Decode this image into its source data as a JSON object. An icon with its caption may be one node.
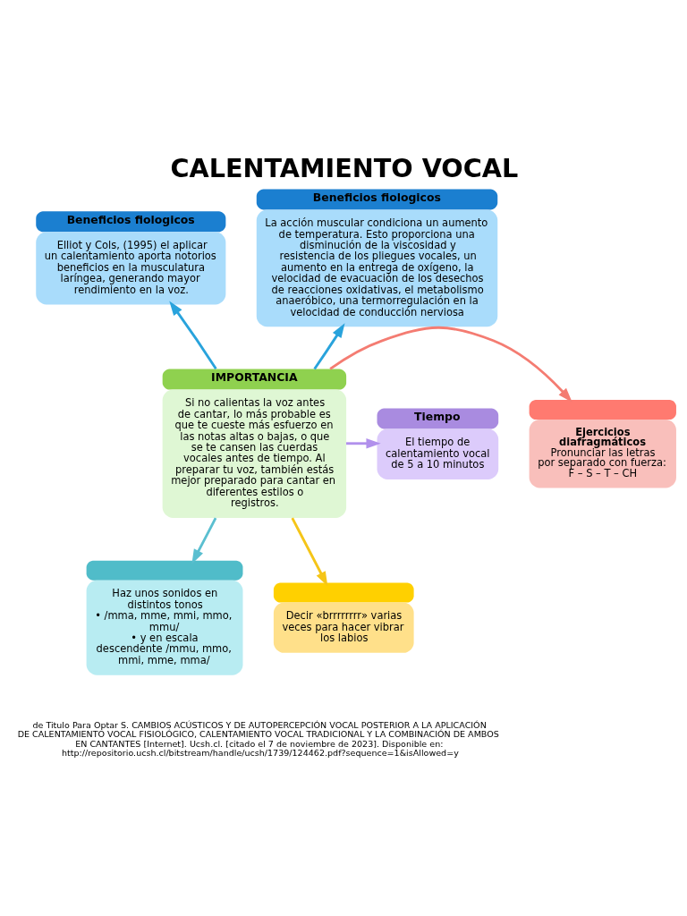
{
  "diagram": {
    "title": "CALENTAMIENTO VOCAL",
    "caption": "de Titulo Para Optar S. CAMBIOS ACÚSTICOS Y DE AUTOPERCEPCIÓN VOCAL POSTERIOR A LA APLICACIÓN DE CALENTAMIENTO VOCAL FISIOLÓGICO, CALENTAMIENTO VOCAL TRADICIONAL Y LA COMBINACIÓN DE AMBOS EN CANTANTES [Internet]. Ucsh.cl. [citado el 7 de noviembre de 2023]. Disponible en: http://repositorio.ucsh.cl/bitstream/handle/ucsh/1739/124462.pdf?sequence=1&isAllowed=y",
    "nodes": [
      {
        "text": [
          "IMPORTANCIA",
          "Si no calientas la voz antes de cantar, lo más probable es que te cueste más esfuerzo en las notas altas o bajas, o que se te cansen las cuerdas vocales antes de tiempo. Al preparar tu voz, también estás mejor preparado para cantar en diferentes estilos o registros."
        ]
      },
      {
        "text": [
          "Beneficios fiologicos",
          "Elliot y Cols, (1995) el aplicar un calentamiento aporta notorios beneficios en la musculatura laríngea, generando mayor rendimiento en la voz."
        ]
      },
      {
        "text": [
          "Beneficios fiologicos",
          "La acción muscular condiciona un aumento de temperatura. Esto proporciona una disminución de la viscosidad y resistencia de los pliegues vocales, un aumento en la entrega de oxígeno, la velocidad de evacuación de los desechos de reacciones oxidativas, el metabolismo anaeróbico, una termorregulación en la velocidad de conducción nerviosa"
        ]
      },
      {
        "text": [
          "Ejercicios diafragmáticos",
          "Pronunciar las letras por separado con fuerza: F – S – T – CH"
        ]
      },
      {
        "text": [
          "Tiempo",
          "El tiempo de calentamiento vocal de 5 a 10 minutos"
        ]
      },
      {
        "text": [
          "Haz unos sonidos en distintos tonos",
          "• /mma, mme, mmi, mmo, mmu/",
          "• y en escala descendente /mmu, mmo, mmi, mme, mma/"
        ]
      },
      {
        "text": [
          "Decir «brrrrrrrr» varias veces para hacer vibrar los labios"
        ]
      }
    ],
    "edges": [
      {
        "from": 0,
        "to": 1,
        "arrow": "to",
        "color": "#29a3dc"
      },
      {
        "from": 0,
        "to": 2,
        "arrow": "to",
        "color": "#29a3dc"
      },
      {
        "from": 0,
        "to": 3,
        "arrow": "to",
        "color": "#f47c72"
      },
      {
        "from": 0,
        "to": 4,
        "arrow": "to",
        "color": "#b190ec"
      },
      {
        "from": 0,
        "to": 5,
        "arrow": "to",
        "color": "#5bbfd0"
      },
      {
        "from": 0,
        "to": 6,
        "arrow": "to",
        "color": "#f5c518"
      }
    ]
  }
}
